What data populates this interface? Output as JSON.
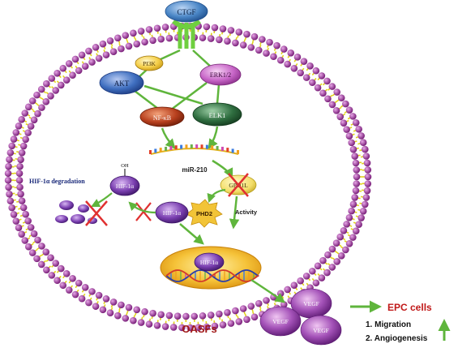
{
  "nodes": {
    "ctgf": "CTGF",
    "pi3k": "PI3K",
    "akt": "AKT",
    "erk": "ERK1/2",
    "nfkb": "NF-κB",
    "elk1": "ELK1",
    "mir210": "miR-210",
    "gpd1l": "GPD1L",
    "hif_oh_label": "OH",
    "hif_hydroxylated": "HIF-1α",
    "hif_degradation": "HIF-1α degradation",
    "hif_center": "HIF-1α",
    "phd2": "PHD2",
    "activity": "Activity",
    "hif_nucleus": "HIF-1α",
    "vegf_1": "VEGF",
    "vegf_2": "VEGF",
    "vegf_3": "VEGF",
    "oasfs": "OASFs",
    "epc_cells": "EPC cells",
    "migration": "1. Migration",
    "angiogenesis": "2. Angiogenesis"
  },
  "colors": {
    "arrow": "#5fb53c",
    "inhibit": "#e03030",
    "membrane_head": "#8a2a8a",
    "membrane_tail": "#e2d21a",
    "ctgf": "#4a86c6",
    "akt": "#3f6fc0",
    "erk": "#c867c8",
    "nfkb": "#b8401e",
    "elk1": "#2f6e40",
    "hif": "#7a3fb0",
    "vegf": "#8a3aa8",
    "nucleus": "#f2b32c",
    "epc_text": "#c01818",
    "oasfs_text": "#a01818"
  }
}
